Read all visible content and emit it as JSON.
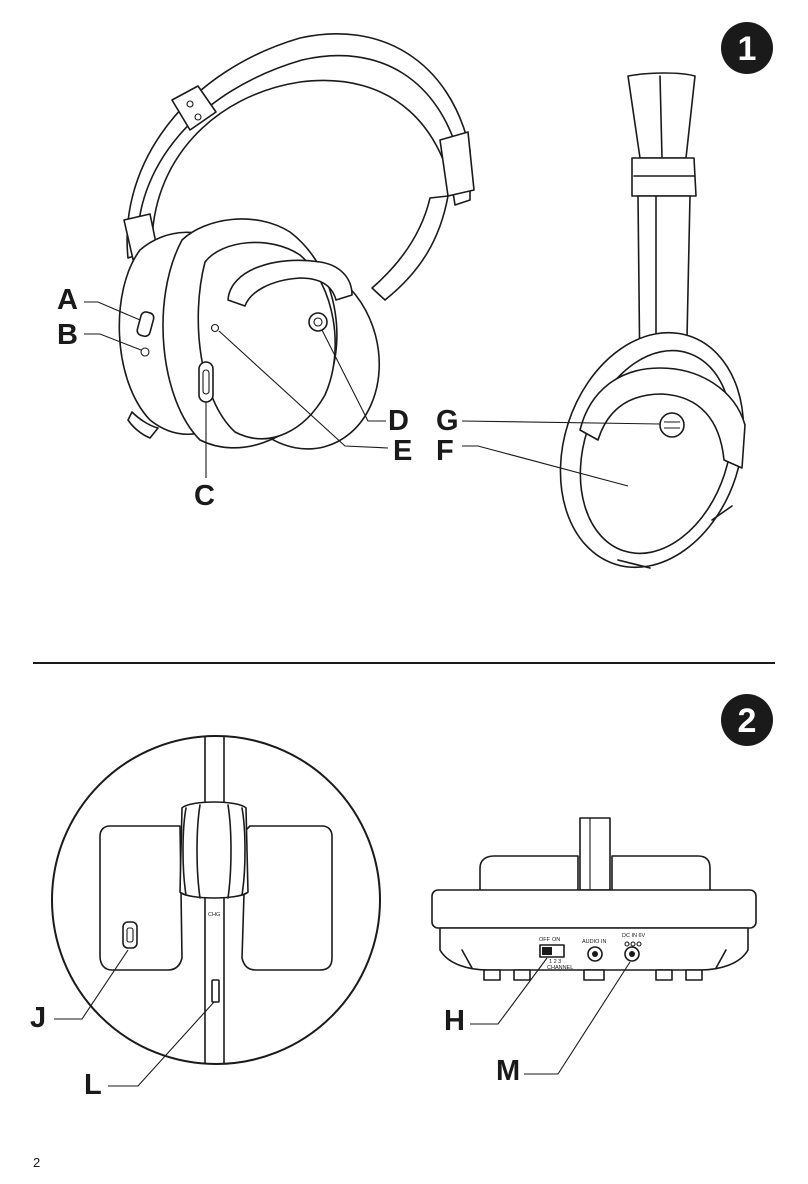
{
  "figure_1": {
    "badge": "1",
    "labels": {
      "A": "A",
      "B": "B",
      "C": "C",
      "D": "D",
      "E": "E",
      "F": "F",
      "G": "G"
    }
  },
  "figure_2": {
    "badge": "2",
    "labels": {
      "J": "J",
      "L": "L",
      "H": "H",
      "M": "M"
    },
    "side_text": {
      "chg": "CHG"
    },
    "panel_text": {
      "off": "OFF",
      "on": "ON",
      "channel_numbers": "1  2  3",
      "channel": "CHANNEL",
      "audio_in": "AUDIO IN",
      "dc_in": "DC IN 6V"
    }
  },
  "footer": {
    "page_number": "2"
  },
  "colors": {
    "ink": "#1a1a1a",
    "paper": "#ffffff"
  }
}
